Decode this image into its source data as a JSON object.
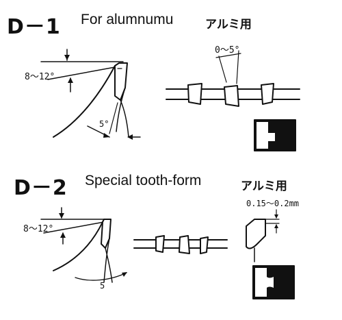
{
  "section1": {
    "code": "D－1",
    "subtitle": "For alumnumu",
    "material": "アルミ用",
    "hook_angle": "8～12°",
    "clearance_angle": "5°",
    "bevel_angle": "0～5°"
  },
  "section2": {
    "code": "D－2",
    "subtitle": "Special tooth-form",
    "material": "アルミ用",
    "hook_angle": "8～12°",
    "clearance_angle": "5",
    "chamfer": "0.15～0.2mm"
  }
}
